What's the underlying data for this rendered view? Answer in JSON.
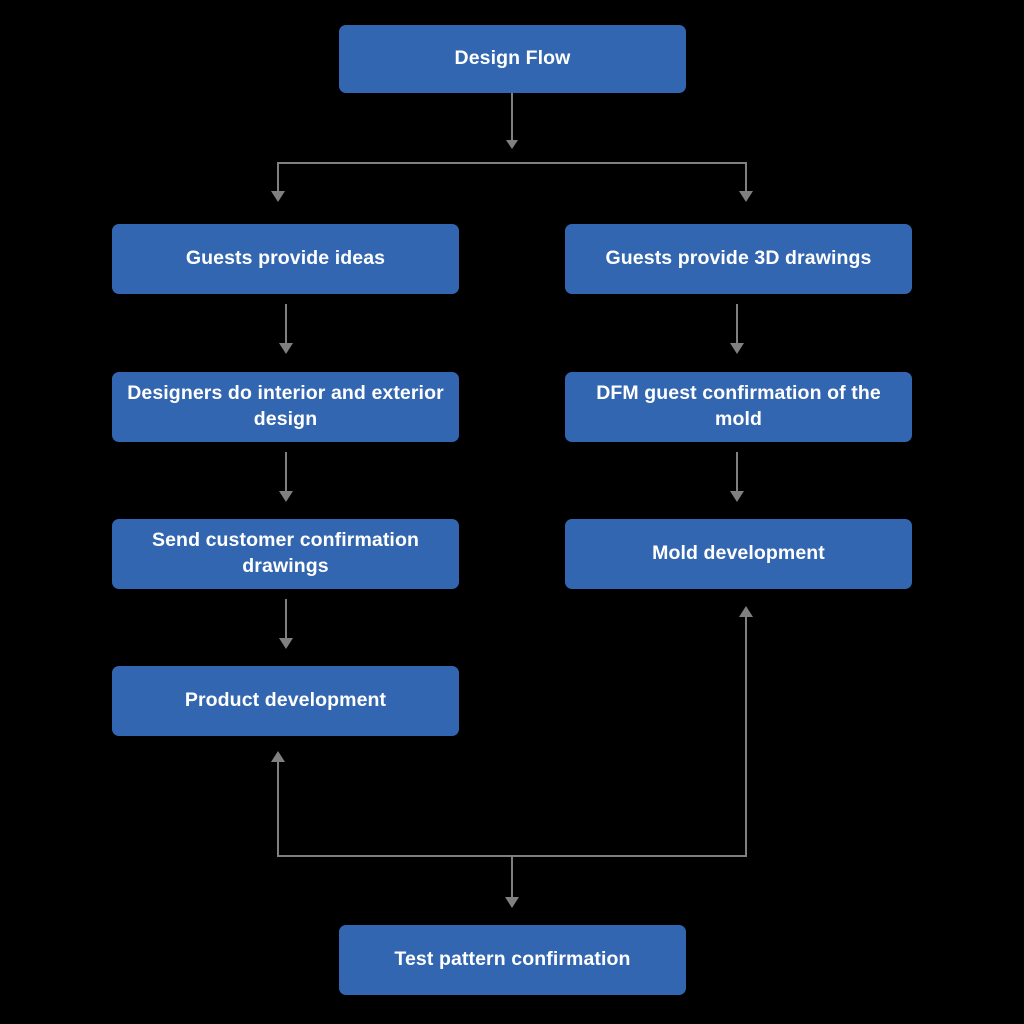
{
  "diagram": {
    "title_node": {
      "label": "Design Flow"
    },
    "theme": {
      "background_color": "#000000",
      "node_fill_color": "#3366b1",
      "node_text_color": "#ffffff",
      "connector_color": "#808080"
    },
    "nodes": [
      {
        "id": "design-flow",
        "label": "Design Flow"
      },
      {
        "id": "guests-ideas",
        "label": "Guests provide ideas"
      },
      {
        "id": "guests-3d",
        "label": "Guests provide 3D drawings"
      },
      {
        "id": "designers-design",
        "label": "Designers do interior and exterior design"
      },
      {
        "id": "dfm-confirmation",
        "label": "DFM guest confirmation of the mold"
      },
      {
        "id": "send-drawings",
        "label": "Send customer confirmation drawings"
      },
      {
        "id": "mold-development",
        "label": "Mold development"
      },
      {
        "id": "product-development",
        "label": "Product development"
      },
      {
        "id": "test-pattern",
        "label": "Test pattern confirmation"
      }
    ],
    "edges": [
      {
        "from": "design-flow",
        "to": "guests-ideas"
      },
      {
        "from": "design-flow",
        "to": "guests-3d"
      },
      {
        "from": "guests-ideas",
        "to": "designers-design"
      },
      {
        "from": "guests-3d",
        "to": "dfm-confirmation"
      },
      {
        "from": "designers-design",
        "to": "send-drawings"
      },
      {
        "from": "dfm-confirmation",
        "to": "mold-development"
      },
      {
        "from": "send-drawings",
        "to": "product-development"
      },
      {
        "from": "test-pattern",
        "to": "product-development"
      },
      {
        "from": "test-pattern",
        "to": "mold-development"
      }
    ]
  }
}
